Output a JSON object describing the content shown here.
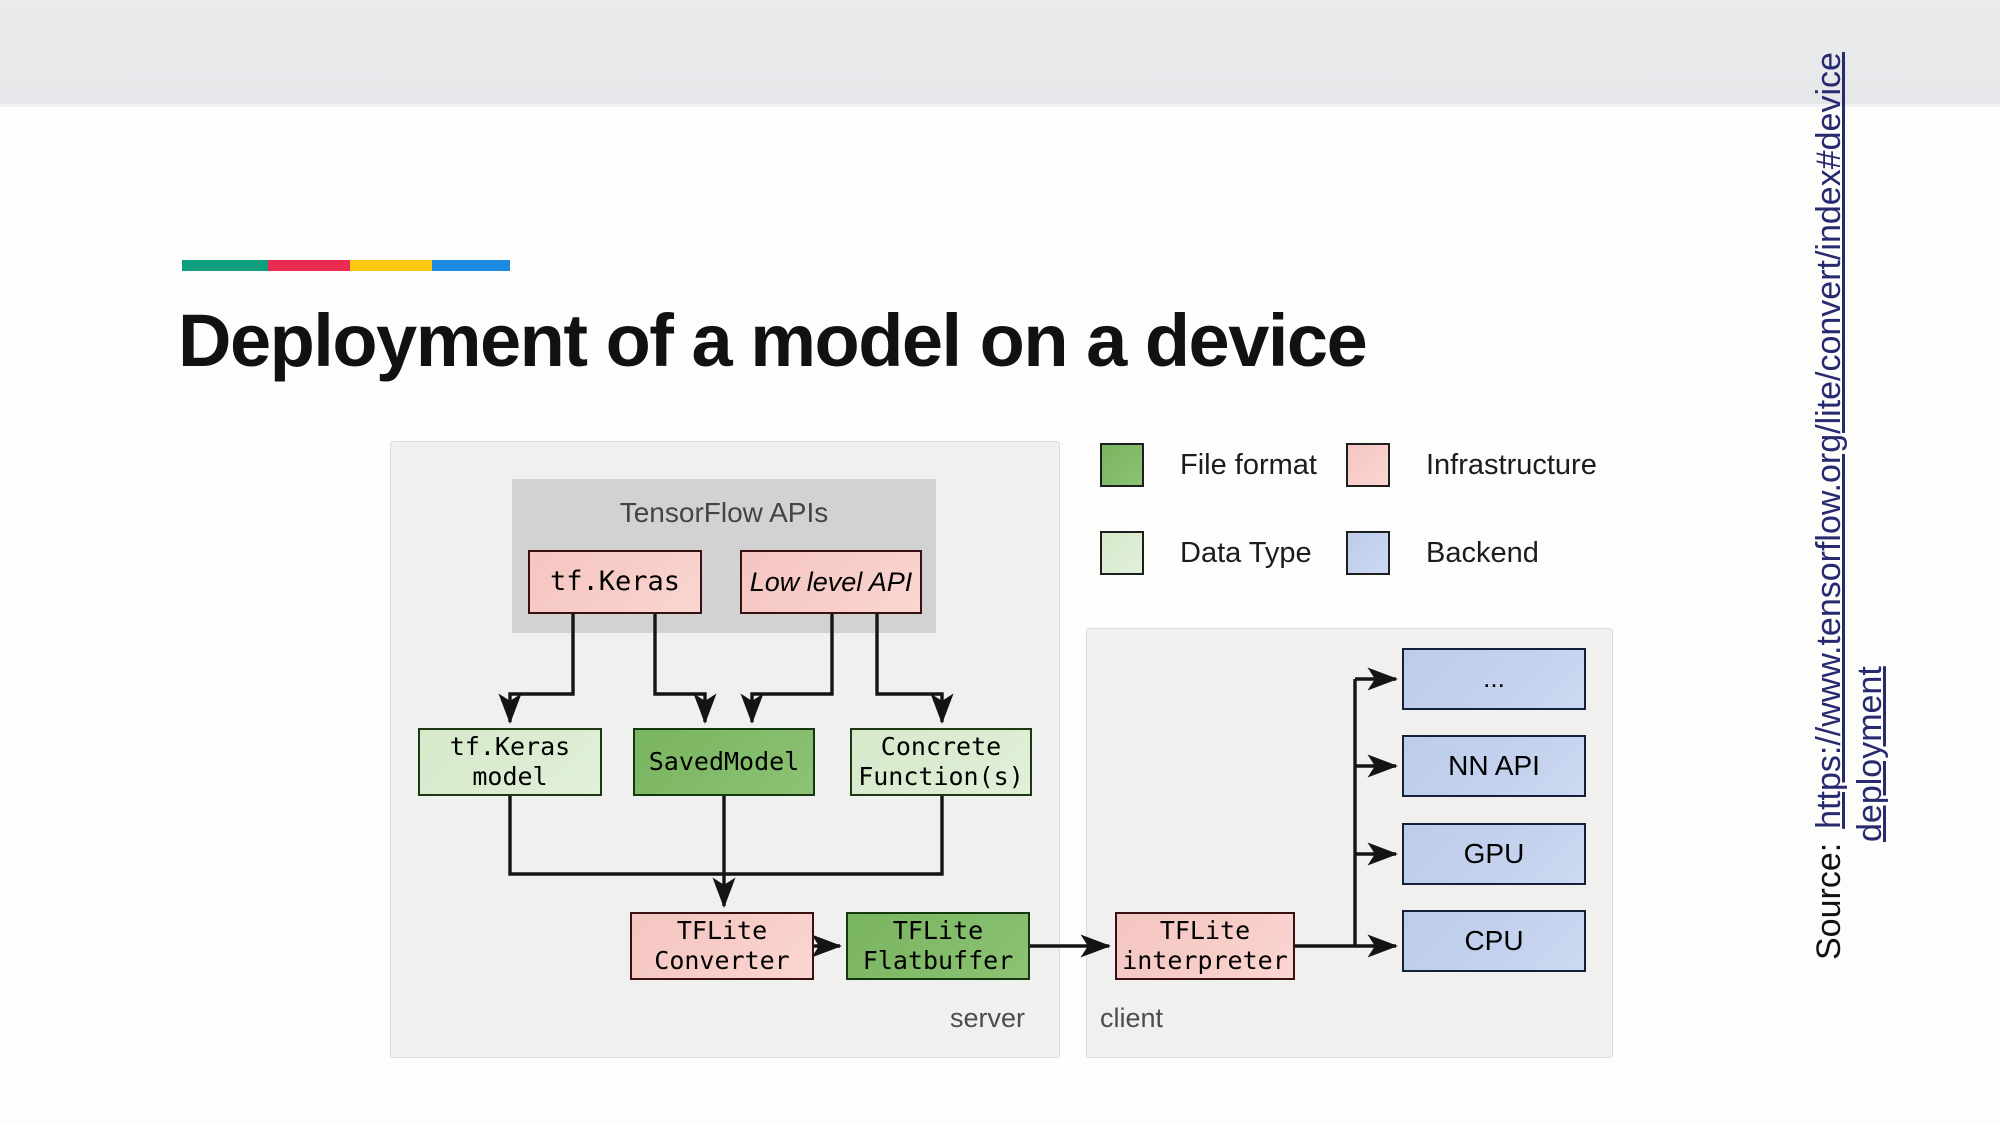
{
  "slide": {
    "title": "Deployment of a model on a device",
    "accent_colors": [
      "#10a080",
      "#e92b52",
      "#fdc913",
      "#1b8ae0"
    ]
  },
  "figure": {
    "server_panel_label": "server",
    "client_panel_label": "client",
    "tf_apis_group_title": "TensorFlow APIs",
    "boxes": {
      "tf_keras": "tf.Keras",
      "low_level_api": "Low level API",
      "tf_keras_model": "tf.Keras\nmodel",
      "saved_model": "SavedModel",
      "concrete_functions": "Concrete\nFunction(s)",
      "tflite_converter": "TFLite\nConverter",
      "tflite_flatbuffer": "TFLite\nFlatbuffer",
      "tflite_interpreter": "TFLite\ninterpreter",
      "backend_other": "...",
      "backend_nnapi": "NN API",
      "backend_gpu": "GPU",
      "backend_cpu": "CPU"
    }
  },
  "legend": {
    "items": [
      {
        "label": "File format",
        "color": "#84bd6b"
      },
      {
        "label": "Infrastructure",
        "color": "#f7cbc6"
      },
      {
        "label": "Data Type",
        "color": "#dcecd2"
      },
      {
        "label": "Backend",
        "color": "#c4d2ee"
      }
    ]
  },
  "source": {
    "label": "Source:",
    "url_line1": "https://www.tensorflow.org/lite/convert/index#device",
    "url_line2": "deployment"
  }
}
